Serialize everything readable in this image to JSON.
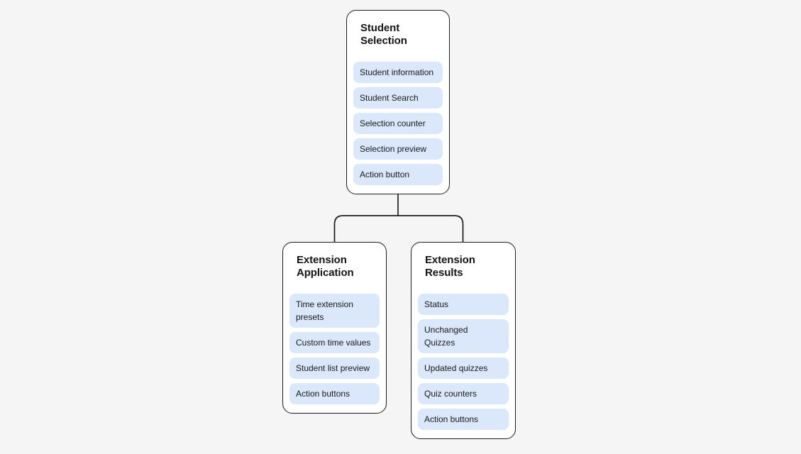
{
  "cards": [
    {
      "title": "Student Selection",
      "items": [
        "Student information",
        "Student Search",
        "Selection counter",
        "Selection preview",
        "Action button"
      ]
    },
    {
      "title": "Extension Application",
      "items": [
        "Time extension presets",
        "Custom time values",
        "Student list preview",
        "Action buttons"
      ]
    },
    {
      "title": "Extension Results",
      "items": [
        "Status",
        "Unchanged Quizzes",
        "Updated quizzes",
        "Quiz counters",
        "Action buttons"
      ]
    }
  ],
  "edges": [
    {
      "from": "Student Selection",
      "to": "Extension Application"
    },
    {
      "from": "Student Selection",
      "to": "Extension Results"
    }
  ],
  "colors": {
    "background": "#f5f5f6",
    "card_fill": "#ffffff",
    "card_border": "#1d1d1f",
    "node_fill": "#dbe7fa",
    "text": "#17181a"
  }
}
